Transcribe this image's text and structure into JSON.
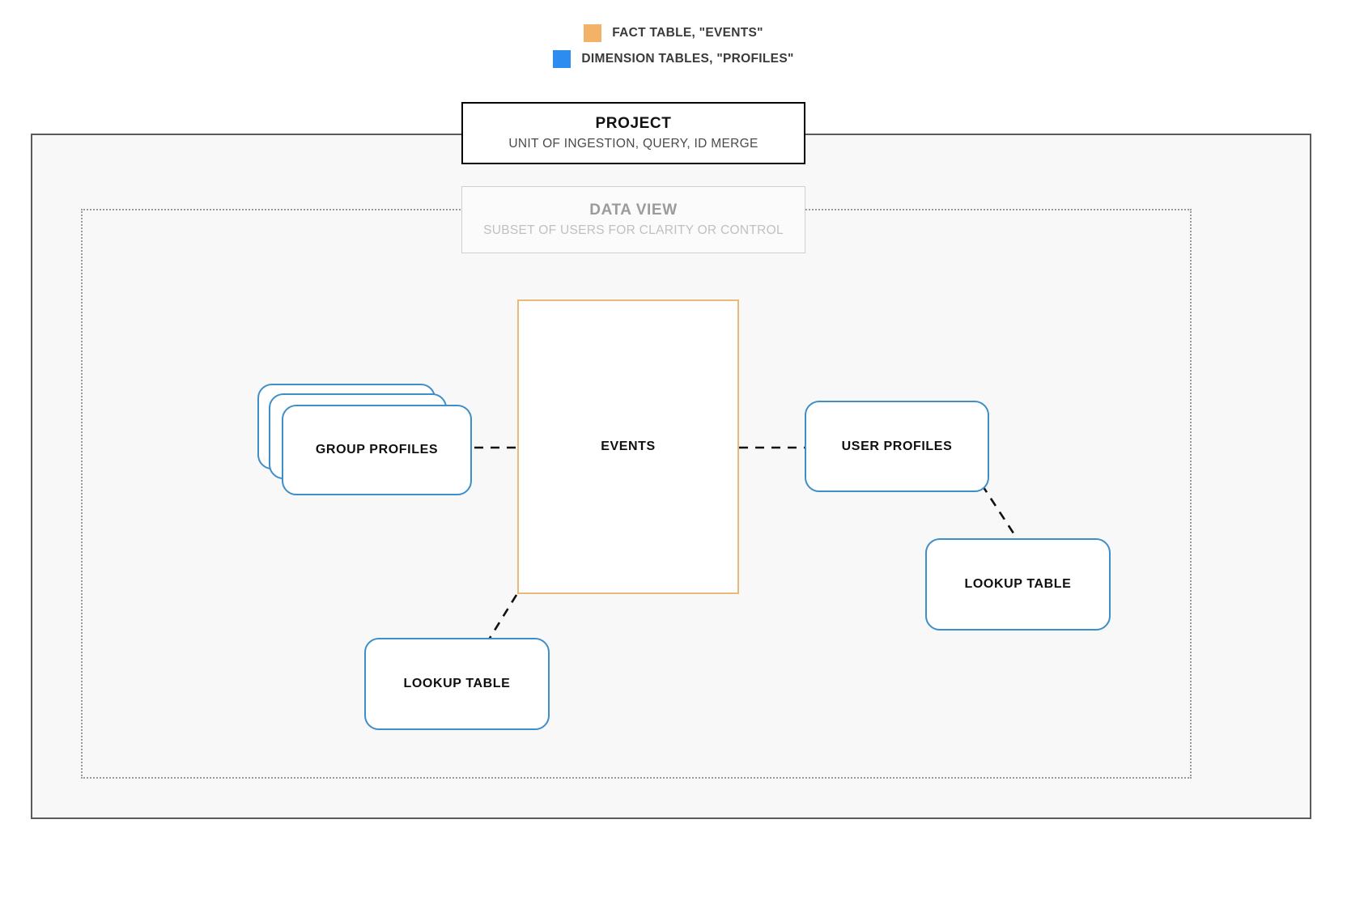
{
  "legend": {
    "items": [
      {
        "icon": "orange-square-swatch",
        "color": "#f2b268",
        "label": "FACT TABLE, \"EVENTS\""
      },
      {
        "icon": "blue-square-swatch",
        "color": "#2d8cf0",
        "label": "DIMENSION TABLES, \"PROFILES\""
      }
    ]
  },
  "project": {
    "title": "PROJECT",
    "subtitle": "UNIT OF INGESTION, QUERY, ID MERGE",
    "border_color": "#000000"
  },
  "data_view": {
    "title": "DATA VIEW",
    "subtitle": "SUBSET OF USERS FOR CLARITY OR CONTROL",
    "border_color": "#cfcfcf"
  },
  "fact_table": {
    "label": "EVENTS",
    "border_color": "#e8b978"
  },
  "dimension_tables": {
    "group_profiles": {
      "label": "GROUP PROFILES",
      "stacked": 3,
      "border_color": "#3d8ec9"
    },
    "user_profiles": {
      "label": "USER PROFILES",
      "border_color": "#3d8ec9"
    },
    "lookup_right": {
      "label": "LOOKUP TABLE",
      "border_color": "#3d8ec9"
    },
    "lookup_bottom": {
      "label": "LOOKUP TABLE",
      "border_color": "#3d8ec9"
    }
  },
  "connectors": {
    "style": "dashed",
    "color": "#111111",
    "edges": [
      {
        "from": "group-profiles",
        "to": "events"
      },
      {
        "from": "events",
        "to": "user-profiles"
      },
      {
        "from": "user-profiles",
        "to": "lookup-right"
      },
      {
        "from": "events",
        "to": "lookup-bottom"
      }
    ]
  },
  "frames": {
    "outer": {
      "name": "project-boundary",
      "style": "solid",
      "color": "#5b5b5b"
    },
    "inner": {
      "name": "data-view-boundary",
      "style": "dotted",
      "color": "#9a9a9a"
    }
  }
}
